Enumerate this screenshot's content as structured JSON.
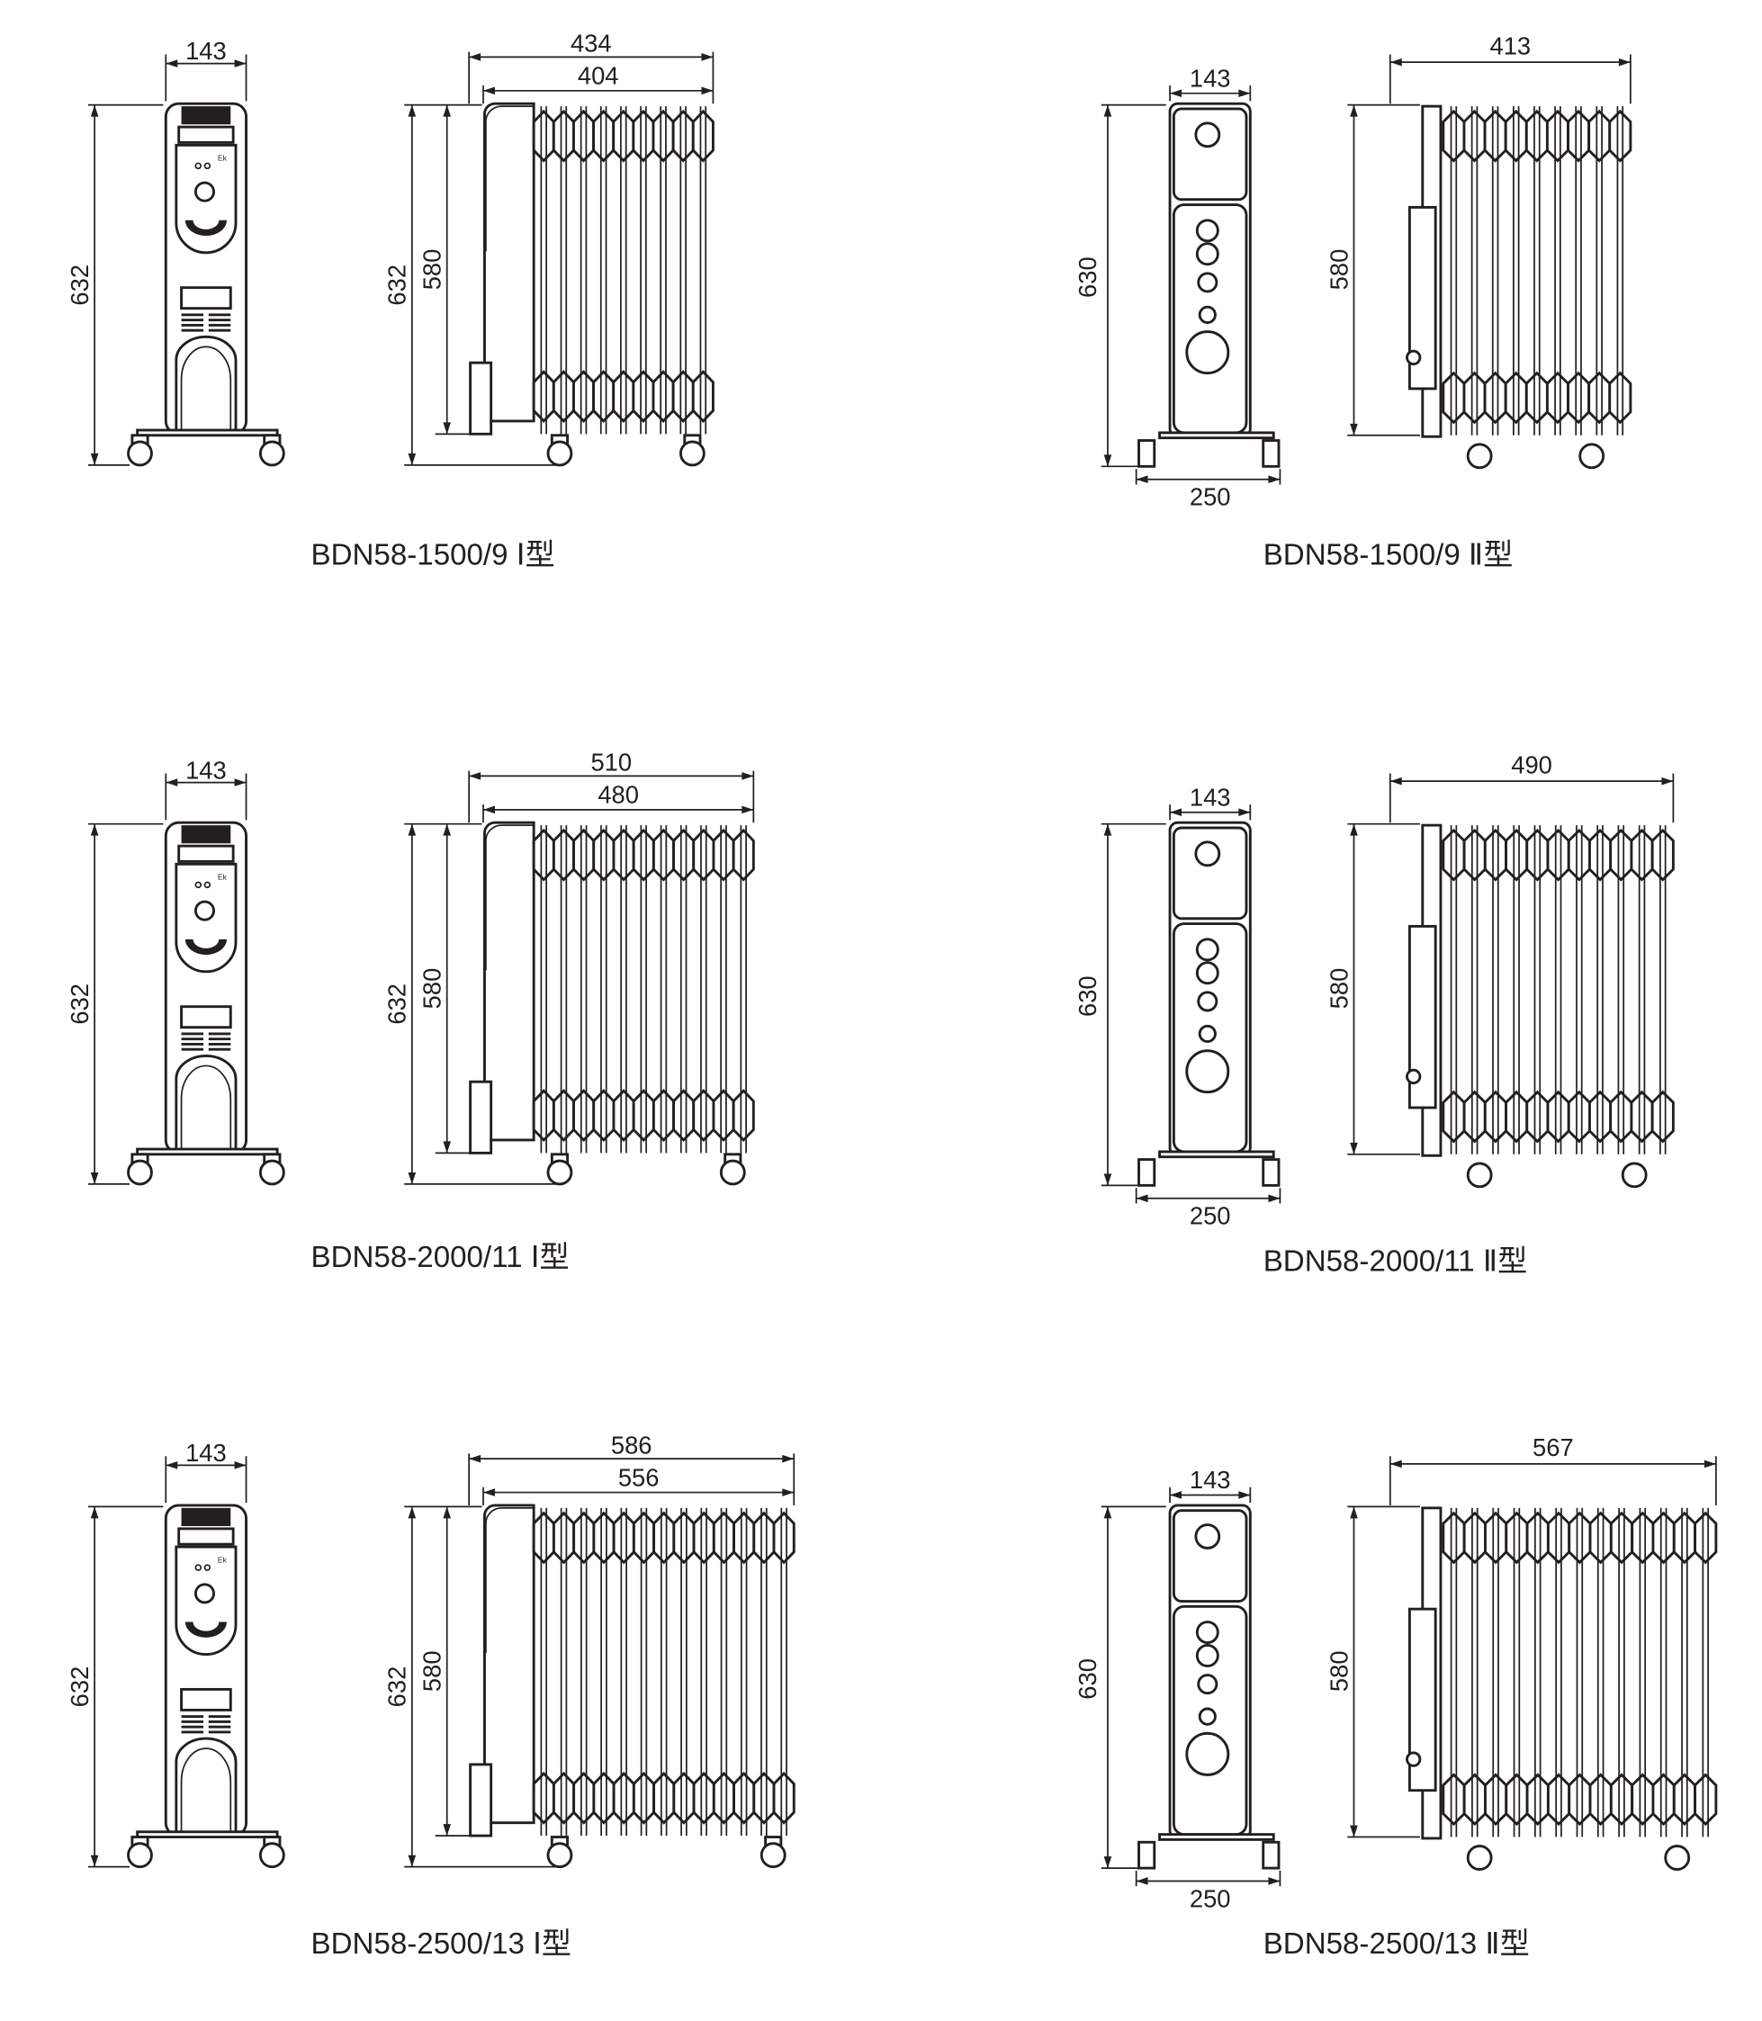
{
  "rows": [
    {
      "type1": {
        "title": "BDN58-1500/9  Ⅰ型",
        "fin_count": 9,
        "front_width": "143",
        "front_height": "632",
        "overall_length": "434",
        "fin_length": "404",
        "side_height": "632",
        "fin_height": "580"
      },
      "type2": {
        "title": "BDN58-1500/9  Ⅱ型",
        "fin_count": 9,
        "front_width": "143",
        "front_height": "630",
        "base_width": "250",
        "overall_length": "413",
        "fin_height": "580"
      }
    },
    {
      "type1": {
        "title": "BDN58-2000/11   Ⅰ型",
        "fin_count": 11,
        "front_width": "143",
        "front_height": "632",
        "overall_length": "510",
        "fin_length": "480",
        "side_height": "632",
        "fin_height": "580"
      },
      "type2": {
        "title": "BDN58-2000/11  Ⅱ型",
        "fin_count": 11,
        "front_width": "143",
        "front_height": "630",
        "base_width": "250",
        "overall_length": "490",
        "fin_height": "580"
      }
    },
    {
      "type1": {
        "title": "BDN58-2500/13   Ⅰ型",
        "fin_count": 13,
        "front_width": "143",
        "front_height": "632",
        "overall_length": "586",
        "fin_length": "556",
        "side_height": "632",
        "fin_height": "580"
      },
      "type2": {
        "title": "BDN58-2500/13  Ⅱ型",
        "fin_count": 13,
        "front_width": "143",
        "front_height": "630",
        "base_width": "250",
        "overall_length": "567",
        "fin_height": "580"
      }
    }
  ],
  "panel_label": "Ek",
  "colors": {
    "ink": "#231f20",
    "background": "#ffffff"
  }
}
